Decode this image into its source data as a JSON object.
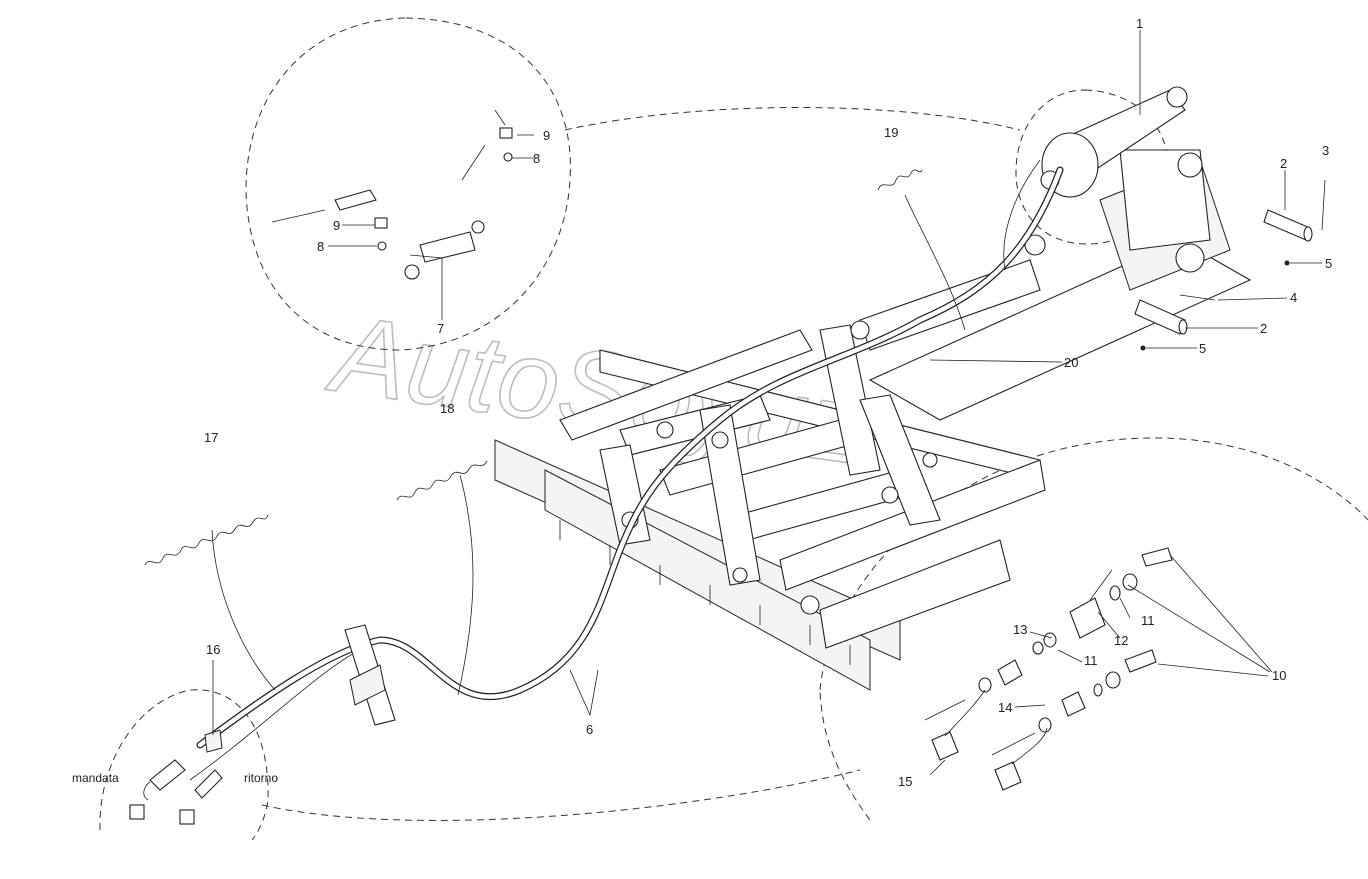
{
  "watermark": "AutoSoyuz",
  "callouts": [
    "1",
    "2",
    "3",
    "4",
    "5",
    "6",
    "7",
    "8",
    "9",
    "10",
    "11",
    "12",
    "13",
    "14",
    "15",
    "16",
    "17",
    "18",
    "19",
    "20"
  ],
  "words": {
    "delivery": "mandata",
    "return": "ritorno"
  }
}
